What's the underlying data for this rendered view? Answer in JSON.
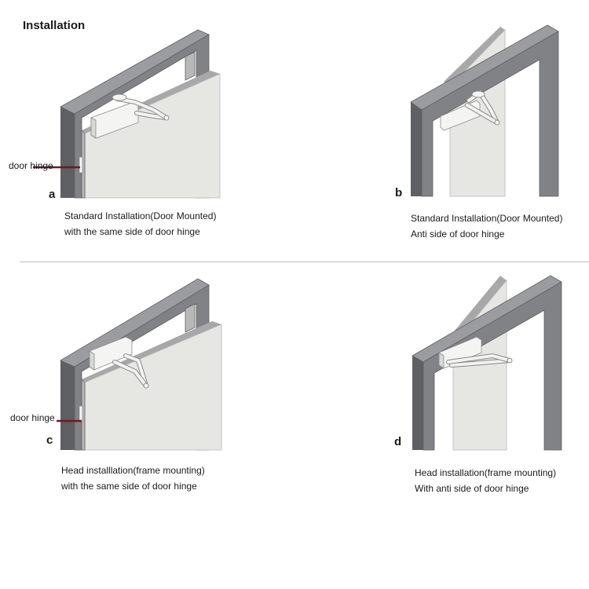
{
  "page": {
    "title": "Installation"
  },
  "colors": {
    "frame_front": "#808285",
    "frame_side": "#5e6063",
    "frame_top": "#9a9c9f",
    "door": "#e6e6e3",
    "door_edge": "#b8b8b6",
    "door_top": "#a8a8aa",
    "closer": "#f4f4f2",
    "hinge_line": "#7a1226"
  },
  "panels": [
    {
      "letter": "a",
      "caption_line1": "Standard Installation(Door Mounted)",
      "caption_line2": "with the same side of door hinge",
      "hinge_label": "door hinge"
    },
    {
      "letter": "b",
      "caption_line1": "Standard Installation(Door Mounted)",
      "caption_line2": "Anti side of  door hinge"
    },
    {
      "letter": "c",
      "caption_line1": "Head installlation(frame mounting)",
      "caption_line2": "with the same side of door hinge",
      "hinge_label": "door hinge"
    },
    {
      "letter": "d",
      "caption_line1": "Head installation(frame mounting)",
      "caption_line2": "With anti side of door hinge"
    }
  ]
}
